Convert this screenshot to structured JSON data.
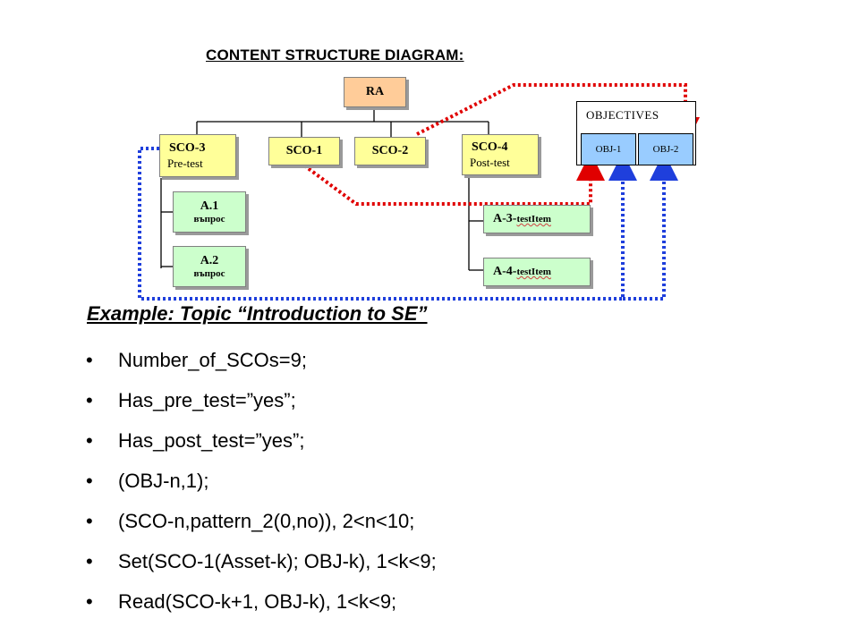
{
  "diagram": {
    "title": "CONTENT STRUCTURE DIAGRAM:",
    "ra": "RA",
    "sco3": {
      "label": "SCO-3",
      "sub": "Pre-test"
    },
    "sco1": "SCO-1",
    "sco2": "SCO-2",
    "sco4": {
      "label": "SCO-4",
      "sub": "Post-test"
    },
    "a1": {
      "label": "A.1",
      "sub": "въпрос"
    },
    "a2": {
      "label": "A.2",
      "sub": "въпрос"
    },
    "a3": {
      "label": "A-3-",
      "sub": "testItem"
    },
    "a4": {
      "label": "A-4-",
      "sub": "testItem"
    },
    "objectives": {
      "label": "OBJECTIVES",
      "obj1": "OBJ-1",
      "obj2": "OBJ-2"
    },
    "colors": {
      "red_link": "#e00000",
      "blue_link": "#1f3fdc",
      "tree_line": "#000000"
    }
  },
  "example": {
    "heading": "Example: Topic “Introduction to SE”",
    "items": [
      "Number_of_SCOs=9;",
      "Has_pre_test=”yes”;",
      "Has_post_test=”yes”;",
      "(OBJ-n,1);",
      "(SCO-n,pattern_2(0,no)), 2<n<10;",
      "Set(SCO-1(Asset-k); OBJ-k), 1<k<9;",
      "Read(SCO-k+1, OBJ-k), 1<k<9;"
    ]
  }
}
